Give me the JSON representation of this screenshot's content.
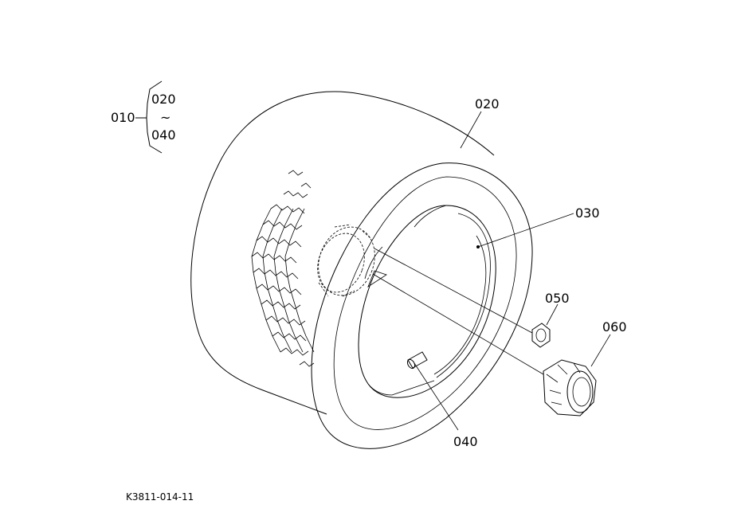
{
  "labels": {
    "assembly": "010",
    "range_start": "020",
    "range_sep": "~",
    "range_end": "040",
    "tire": "020",
    "rim": "030",
    "valve": "040",
    "nut": "050",
    "cap": "060"
  },
  "reference_code": "K3811-014-11"
}
